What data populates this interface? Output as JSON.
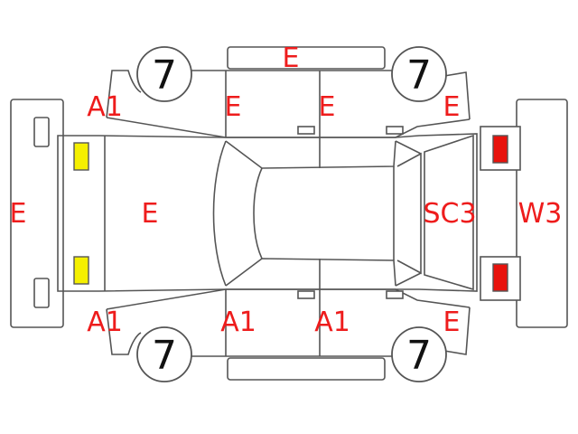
{
  "colors": {
    "line": "#555555",
    "damage_text": "#ee1c1c",
    "tire_text": "#111111",
    "front_lamp": "#f5f000",
    "rear_lamp": "#e8120c"
  },
  "labels": {
    "top_bumper": "E",
    "front_fender_top": "A1",
    "front_door_top": "E",
    "rear_door_top": "E",
    "rear_fender_top": "E",
    "front_bumper": "E",
    "hood": "E",
    "trunk": "SC3",
    "rear_bumper": "W3",
    "front_fender_bottom": "A1",
    "front_door_bottom": "A1",
    "rear_door_bottom": "A1",
    "rear_fender_bottom": "E"
  },
  "tires": {
    "front_top": "7",
    "rear_top": "7",
    "front_bottom": "7",
    "rear_bottom": "7"
  }
}
